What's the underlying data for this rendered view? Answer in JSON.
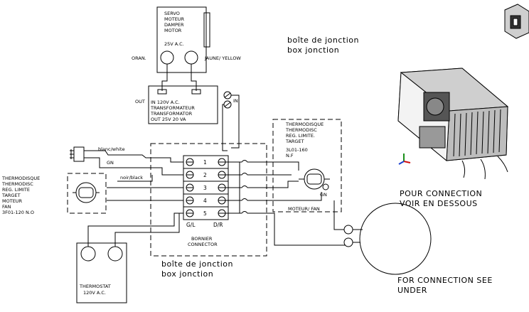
{
  "servo": [
    "SERVO",
    "MOTEUR",
    "DAMPER",
    "MOTOR",
    "25V A.C."
  ],
  "servo_wires": {
    "left": "ORAN.",
    "right": "JAUNE/ YELLOW"
  },
  "box_top": [
    "boîte de jonction",
    "box jonction"
  ],
  "transformer": {
    "out_label": "OUT",
    "in_label": "IN",
    "lines": [
      "IN 120V A.C.",
      "TRANSFORMATEUR",
      "TRANSFORMATOR",
      "OUT   25V 20 VA"
    ]
  },
  "wires": {
    "white": "blanc/white",
    "gn": "GN",
    "black": "noir/black"
  },
  "thermodisc_left": [
    "THERMODISQUE",
    "THERMODISC",
    "REG. LIMITE",
    "TARGET",
    "MOTEUR",
    "FAN",
    "3F01-120 N.O"
  ],
  "thermodisc_right": [
    "THERMODISQUE",
    "THERMODISC",
    "REG. LIMITE.",
    "TARGET",
    "3L01-160",
    "N.F"
  ],
  "fan_gn": "GN",
  "fan_label": "MOTEUR/ FAN",
  "terminals": [
    "1",
    "2",
    "3",
    "4",
    "5"
  ],
  "terminal_cols": {
    "left": "G/L",
    "right": "D/R"
  },
  "bornier": [
    "BORNIER",
    "CONNECTOR"
  ],
  "box_bottom": [
    "boîte de jonction",
    "box jonction"
  ],
  "thermostat": [
    "THERMOSTAT",
    "120V A.C."
  ],
  "connection_top": [
    "POUR CONNECTION",
    "VOIR EN DESSOUS"
  ],
  "connection_bottom": [
    "FOR CONNECTION SEE",
    "UNDER"
  ]
}
